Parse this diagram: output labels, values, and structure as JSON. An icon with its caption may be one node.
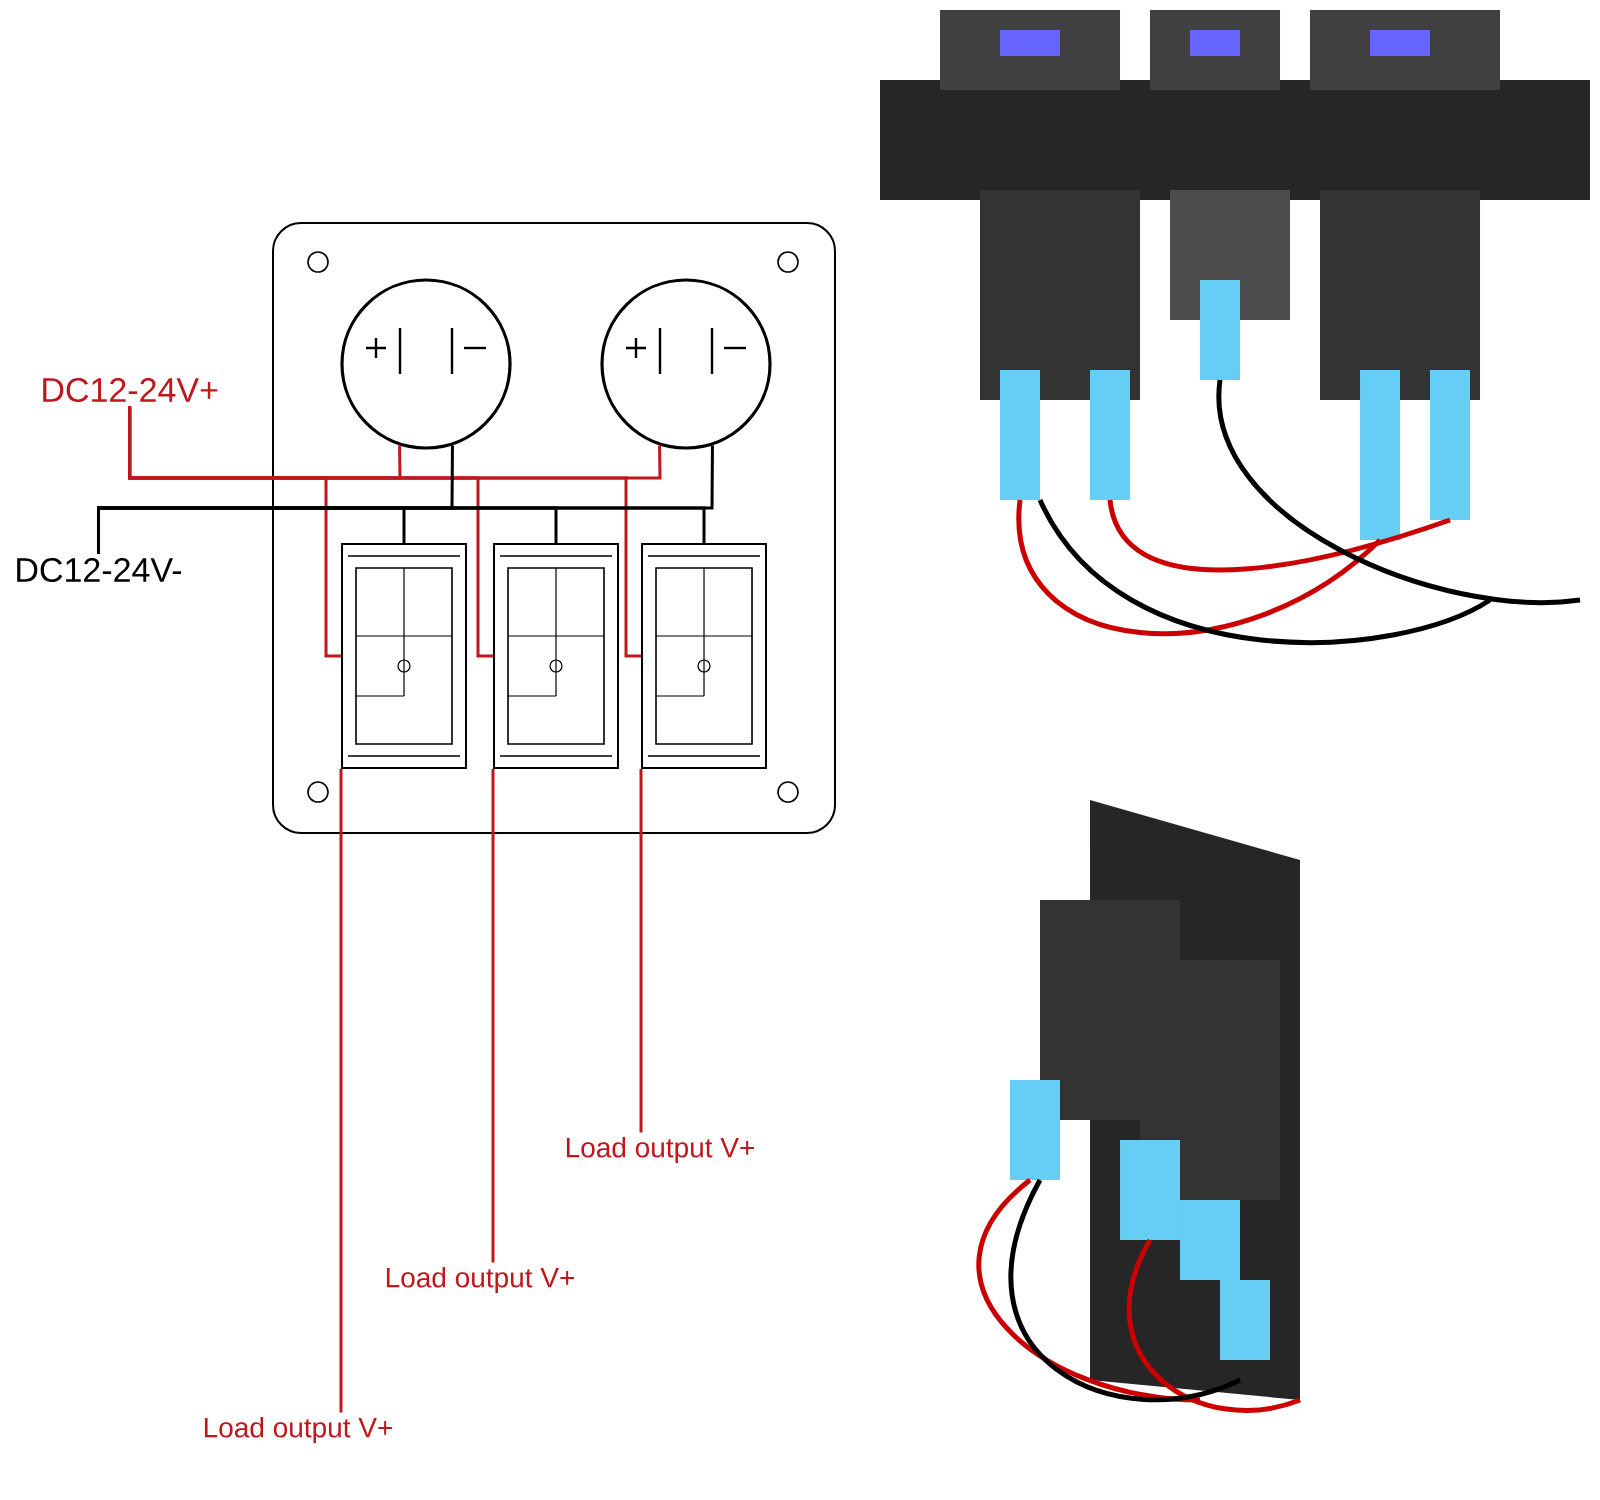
{
  "diagram": {
    "nodes": [
      {
        "text": [],
        "shape": "box"
      },
      {
        "text": [],
        "shape": "circle",
        "in": 0
      },
      {
        "text": [],
        "shape": "circle",
        "in": 0
      },
      {
        "text": [],
        "shape": "box",
        "in": 0
      },
      {
        "text": [],
        "shape": "box",
        "in": 0
      },
      {
        "text": [],
        "shape": "box",
        "in": 0
      },
      {
        "text": [
          "DC12-24V+"
        ]
      },
      {
        "text": [
          "DC12-24V-"
        ]
      },
      {
        "text": [
          "Load output V+"
        ]
      },
      {
        "text": [
          "Load output V+"
        ]
      },
      {
        "text": [
          "Load output V+"
        ]
      }
    ],
    "edges": [
      {
        "from": 6,
        "to": 1,
        "arrow": "none"
      },
      {
        "from": 6,
        "to": 2,
        "arrow": "none"
      },
      {
        "from": 6,
        "to": 3,
        "arrow": "none"
      },
      {
        "from": 6,
        "to": 4,
        "arrow": "none"
      },
      {
        "from": 6,
        "to": 5,
        "arrow": "none"
      },
      {
        "from": 7,
        "to": 1,
        "arrow": "none",
        "color": "#000000"
      },
      {
        "from": 7,
        "to": 2,
        "arrow": "none",
        "color": "#000000"
      },
      {
        "from": 7,
        "to": 3,
        "arrow": "none",
        "color": "#000000"
      },
      {
        "from": 7,
        "to": 4,
        "arrow": "none",
        "color": "#000000"
      },
      {
        "from": 7,
        "to": 5,
        "arrow": "none",
        "color": "#000000"
      },
      {
        "from": 5,
        "to": 8,
        "arrow": "none"
      },
      {
        "from": 4,
        "to": 9,
        "arrow": "none"
      },
      {
        "from": 3,
        "to": 10,
        "arrow": "none"
      }
    ]
  }
}
